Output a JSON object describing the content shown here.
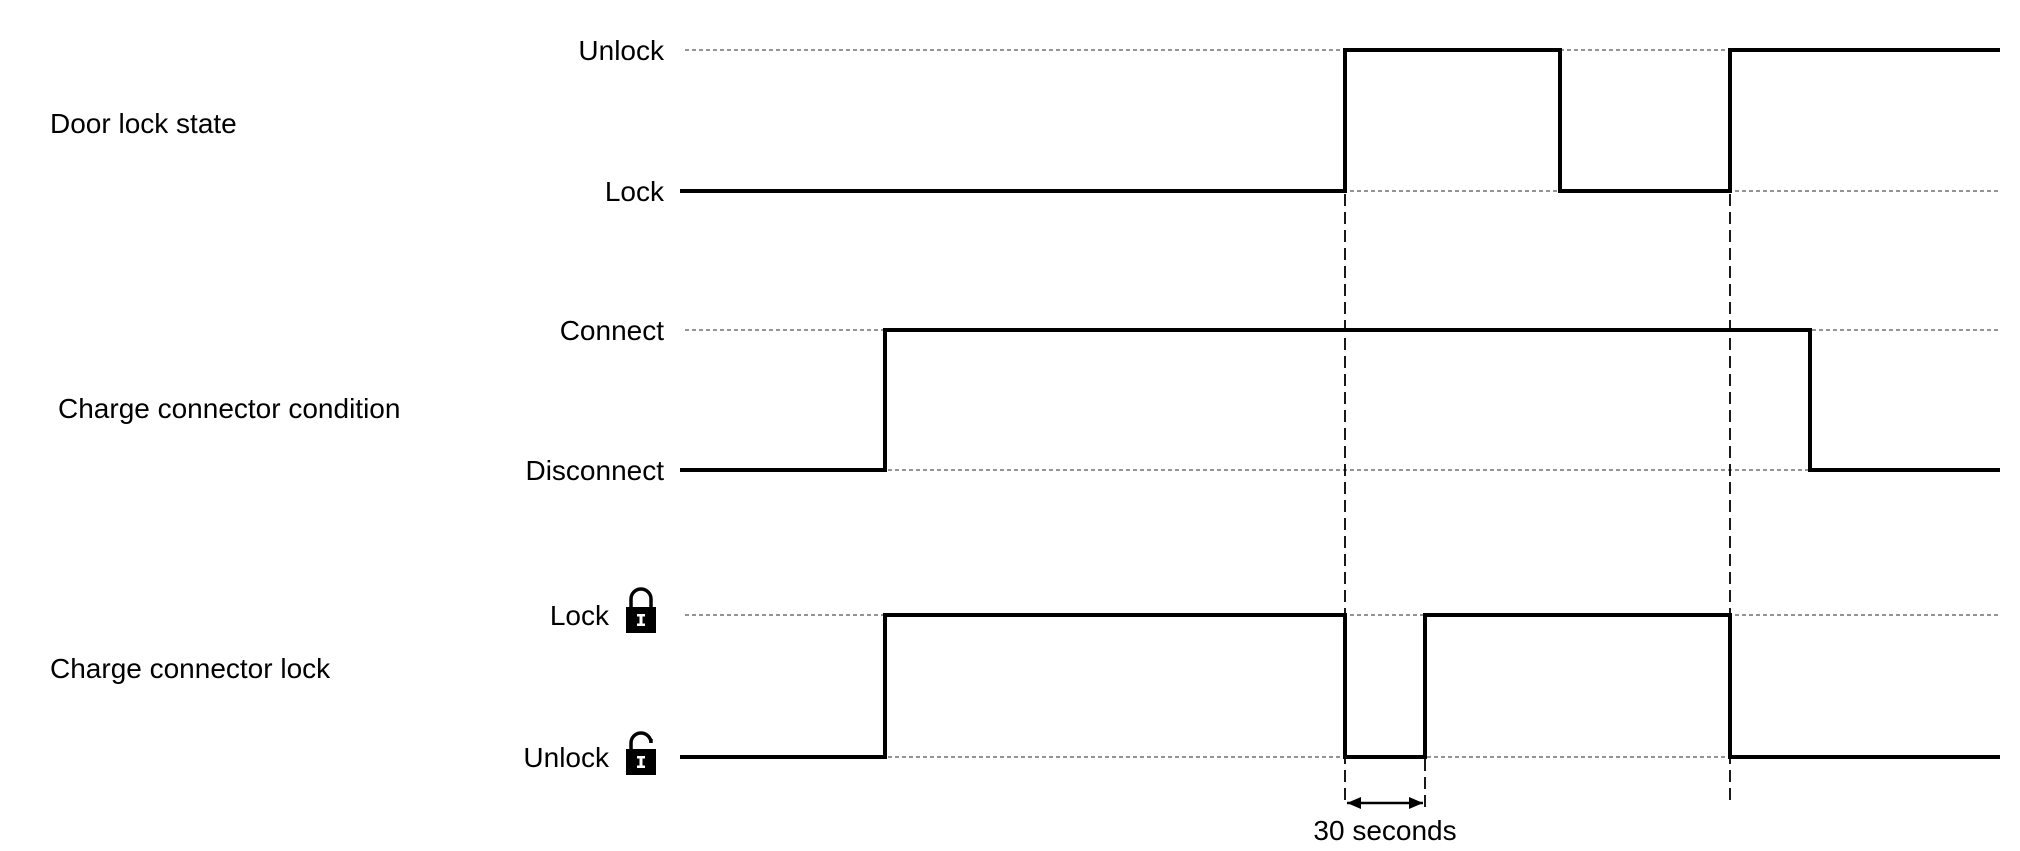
{
  "rows": [
    {
      "title": "Door lock state",
      "high_label": "Unlock",
      "low_label": "Lock",
      "high_icon": "",
      "low_icon": "",
      "start_level": "low",
      "transitions_s": [
        665,
        880,
        1050
      ]
    },
    {
      "title": "Charge connector condition",
      "high_label": "Connect",
      "low_label": "Disconnect",
      "high_icon": "",
      "low_icon": "",
      "start_level": "low",
      "transitions_s": [
        205,
        1130
      ]
    },
    {
      "title": "Charge connector lock",
      "high_label": "Lock",
      "low_label": "Unlock",
      "high_icon": "padlock-closed-icon",
      "low_icon": "padlock-open-icon",
      "start_level": "low",
      "transitions_s": [
        205,
        665,
        745,
        1050
      ]
    }
  ],
  "time_range_s": [
    0,
    1320
  ],
  "reference_times_s": [
    665,
    1050
  ],
  "dimension": {
    "label": "30 seconds",
    "from_s": 665,
    "to_s": 745
  },
  "colors": {
    "signal": "#000000",
    "guide": "#555555",
    "background": "#ffffff"
  }
}
